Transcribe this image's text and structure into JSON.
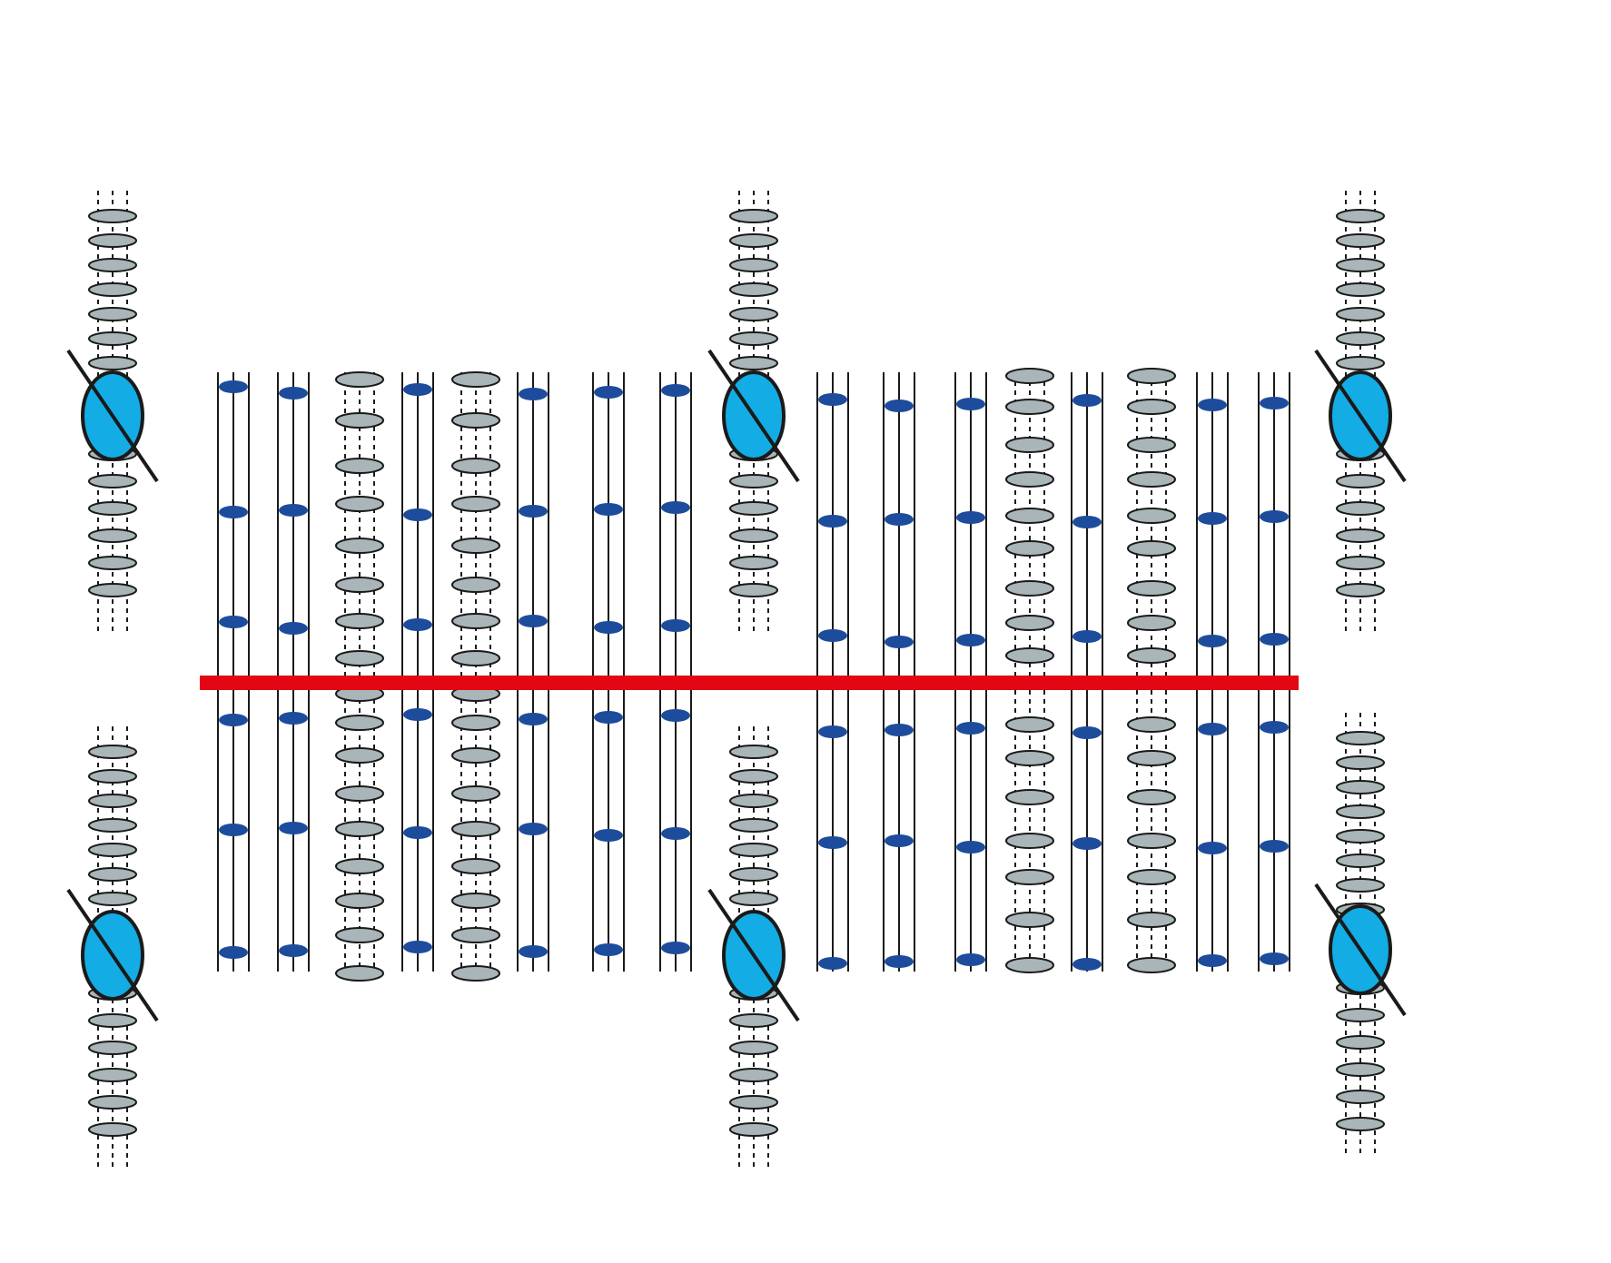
{
  "colors": {
    "background": "#ffffff",
    "solid_line": "#1a1a1a",
    "dashed_line": "#1a1a1a",
    "blue_dot": "#1d4c9c",
    "gray_disc_fill": "#a9b5b8",
    "gray_disc_stroke": "#1a1a1a",
    "big_ellipse_fill": "#13ace4",
    "big_ellipse_stroke": "#1a1a1a",
    "red_bar": "#e30613"
  },
  "diagram": {
    "left_block_columns": [
      "solid",
      "solid",
      "dashed",
      "solid",
      "dashed",
      "solid",
      "solid",
      "solid"
    ],
    "right_block_columns": [
      "solid",
      "solid",
      "solid",
      "dashed",
      "solid",
      "dashed",
      "solid",
      "solid"
    ],
    "side_stacks": 6,
    "red_line": true
  }
}
